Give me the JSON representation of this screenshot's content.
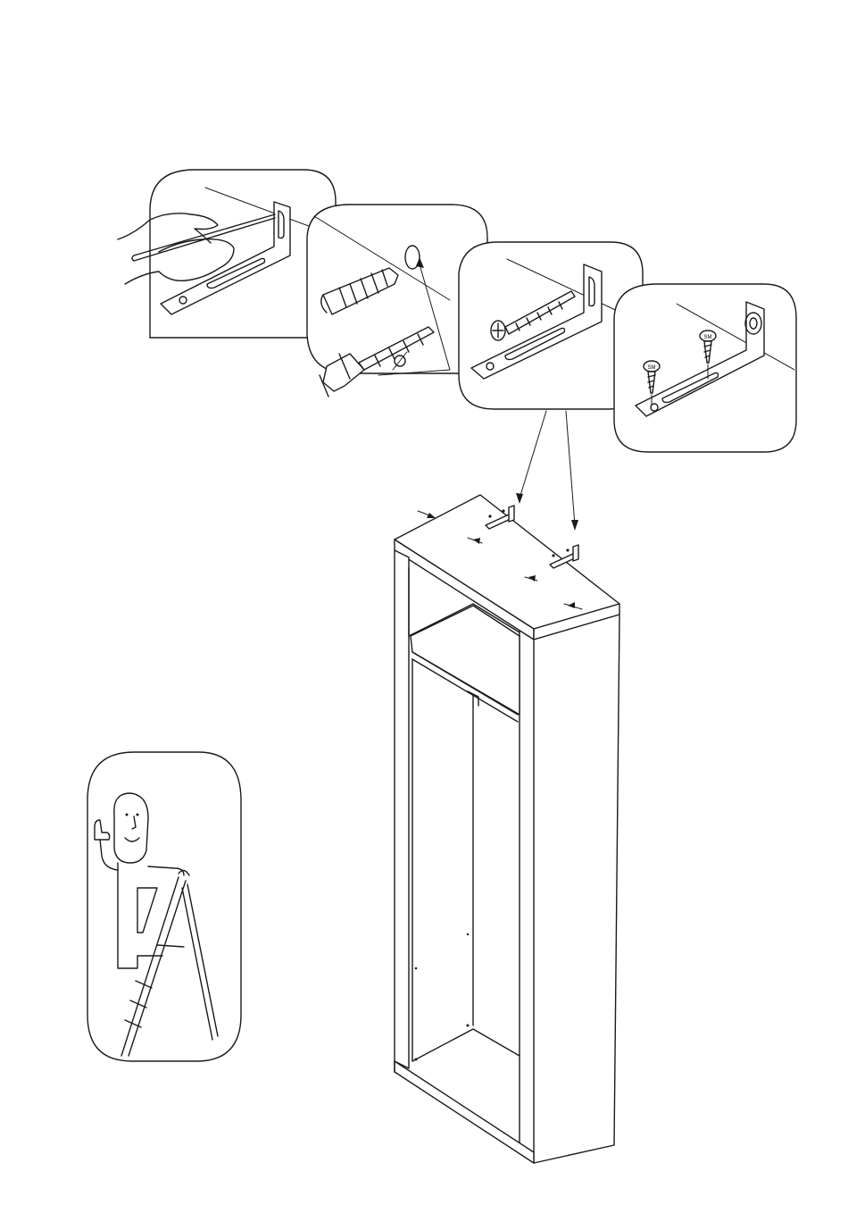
{
  "figure": {
    "steps": [
      {
        "id": "mark",
        "order": 1
      },
      {
        "id": "drill-and-plug",
        "order": 2
      },
      {
        "id": "wall-screw",
        "order": 3
      },
      {
        "id": "cabinet-screws",
        "order": 4
      }
    ],
    "screw_head_marks": [
      "SM",
      "SM"
    ],
    "icons": [
      "hand-pencil-icon",
      "wall-plug-icon",
      "drill-bit-icon",
      "wall-screw-icon",
      "wood-screw-icon",
      "l-bracket-icon",
      "person-on-ladder-icon",
      "thumbs-up-icon"
    ]
  }
}
